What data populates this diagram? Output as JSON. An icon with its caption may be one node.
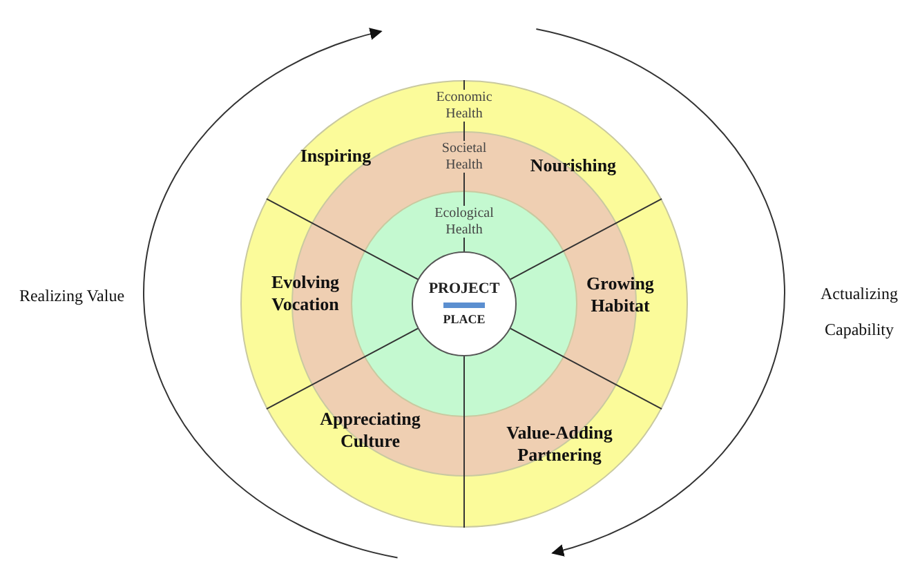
{
  "diagram": {
    "nodes": [
      {
        "text": [
          "Economic Health"
        ]
      },
      {
        "text": [
          "Societal Health"
        ],
        "in": 0
      },
      {
        "text": [
          "Ecological Health"
        ],
        "in": 1
      },
      {
        "text": [
          "PROJECT",
          "PLACE"
        ],
        "in": 2
      }
    ],
    "edges": [],
    "labels": [
      "Inspiring",
      "Nourishing",
      "Realizing Value",
      "Evolving Vocation",
      "Growing Habitat",
      "Actualizing Capability",
      "Appreciating Culture",
      "Value-Adding Partnering"
    ]
  }
}
